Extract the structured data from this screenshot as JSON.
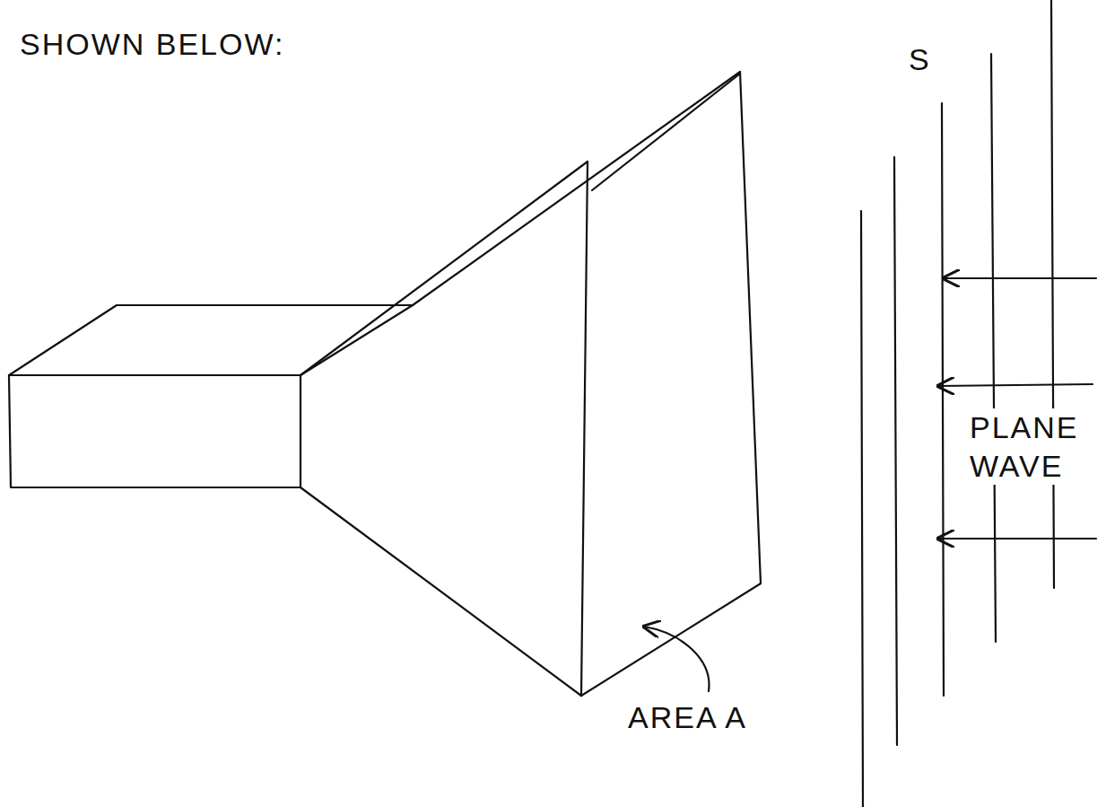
{
  "diagram": {
    "labels": [
      "SHOWN BELOW:",
      "S",
      "PLANE WAVE",
      "AREA A"
    ]
  }
}
